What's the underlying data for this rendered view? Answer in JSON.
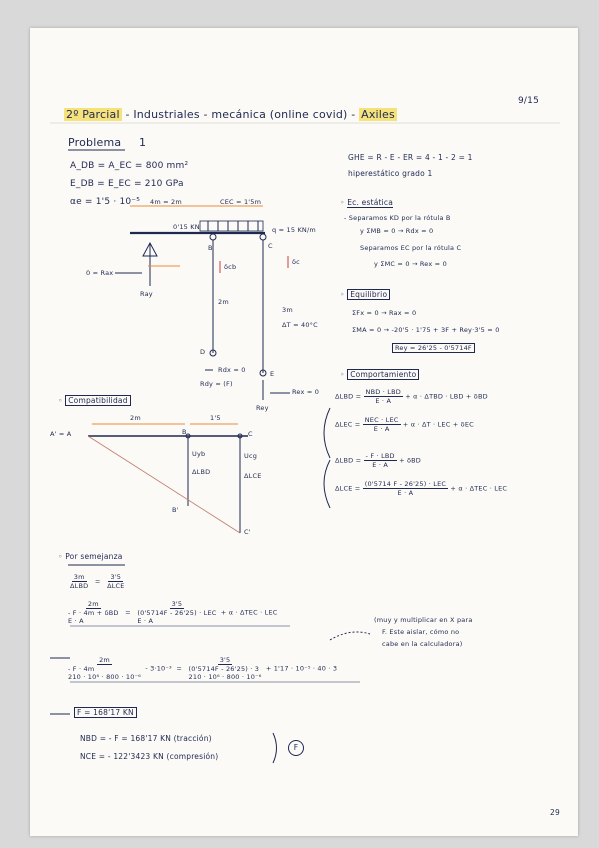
{
  "page_number": "9/15",
  "header": {
    "part1": "2º Parcial",
    "part2": "- Industriales - mecánica (online covid) -",
    "part3": "Axiles"
  },
  "problem": {
    "title": "Problema",
    "number": "1"
  },
  "data_lines": [
    "A_DB = A_EC = 800 mm²",
    "E_DB = E_EC = 210 GPa",
    "αe = 1'5 · 10⁻⁵"
  ],
  "right_top": {
    "dof": "GHE = R - E - ER = 4 - 1 - 2 = 1",
    "hyper": "hiperestático grado 1"
  },
  "figure_labels": {
    "dim_ab": "4m = 2m",
    "dim_bc": "CEC = 1'5m",
    "load": "q = 15 KN/m",
    "force": "0'15 KN",
    "node_b": "B",
    "node_c": "C",
    "dcb": "δcb",
    "dcp": "δc",
    "rax": "0 = Rax",
    "ray": "Ray",
    "h1": "2m",
    "h2": "3m",
    "dt": "ΔT = 40°C",
    "node_d": "D",
    "rdx": "Rdx = 0",
    "rdy": "Rdy = (F)",
    "node_e": "E",
    "rex": "Rex = 0",
    "rey": "Rey"
  },
  "ec_static": {
    "title": "Ec. estática",
    "l1": "- Separamos KD por la rótula B",
    "l2": "y ΣMB = 0 → Rdx = 0",
    "l3": "Separamos EC por la rótula C",
    "l4": "y ΣMC = 0 → Rex = 0"
  },
  "equilibrium": {
    "title": "Equilibrio",
    "l1": "ΣFx = 0 → Rax = 0",
    "l2": "ΣMA = 0 → -20'5 · 1'75 + 3F + Rey·3'5 = 0",
    "l3": "Rey = 26'25 - 0'5714F"
  },
  "compatibility": {
    "title": "Compatibilidad",
    "dim1": "2m",
    "dim2": "1'5",
    "a": "A' = A",
    "b": "B",
    "c": "C",
    "b1": "B'",
    "c1": "C'",
    "ub": "Uyb",
    "dlbd": "ΔLBD",
    "uc": "Ucg",
    "dlce": "ΔLCE"
  },
  "behavior": {
    "title": "Comportamiento",
    "l1a": "ΔLBD =",
    "l1num": "NBD · LBD",
    "l1den": "E · A",
    "l1b": "+ α · ΔTBD · LBD + δBD",
    "l2a": "ΔLEC =",
    "l2num": "NEC · LEC",
    "l2den": "E · A",
    "l2b": "+ α · ΔT · LEC + δEC",
    "l3a": "ΔLBD =",
    "l3num": "- F · LBD",
    "l3den": "E · A",
    "l3b": "+ δBD",
    "l4a": "ΔLCE =",
    "l4num": "(0'5714 F - 26'25) · LEC",
    "l4den": "E · A",
    "l4b": "+ α · ΔTEC · LEC"
  },
  "similarity": {
    "title": "Por semejanza",
    "r1n": "3m",
    "r1d": "ΔLBD",
    "r2n": "3'5",
    "r2d": "ΔLCE",
    "e2n1": "2m",
    "e2d1": "- F · 4m + δBD",
    "e2d1b": "E · A",
    "e2n2": "3'5",
    "e2d2": "(0'5714F - 26'25) · LEC",
    "e2d2b": "E · A",
    "e2tail": "+ α · ΔTEC · LEC",
    "e3n1": "2m",
    "e3d1": "- F · 4m",
    "e3d1b": "210 · 10⁶ · 800 · 10⁻⁶",
    "e3mid": "- 3·10⁻³",
    "e3n2": "3'5",
    "e3d2": "(0'5714F - 26'25) · 3",
    "e3d2b": "210 · 10⁶ · 800 · 10⁻⁶",
    "e3tail": "+ 1'17 · 10⁻⁵ · 40 · 3",
    "note1": "(muy y multiplicar en X para",
    "note2": "F. Este aislar, cómo no",
    "note3": "cabe en la calculadora)"
  },
  "result": {
    "f": "F = 168'17 KN",
    "nbd": "NBD = - F = 168'17 KN (tracción)",
    "nce": "NCE = - 122'3423 KN (compresión)",
    "tag": "F"
  },
  "footer": {
    "page": "29"
  }
}
